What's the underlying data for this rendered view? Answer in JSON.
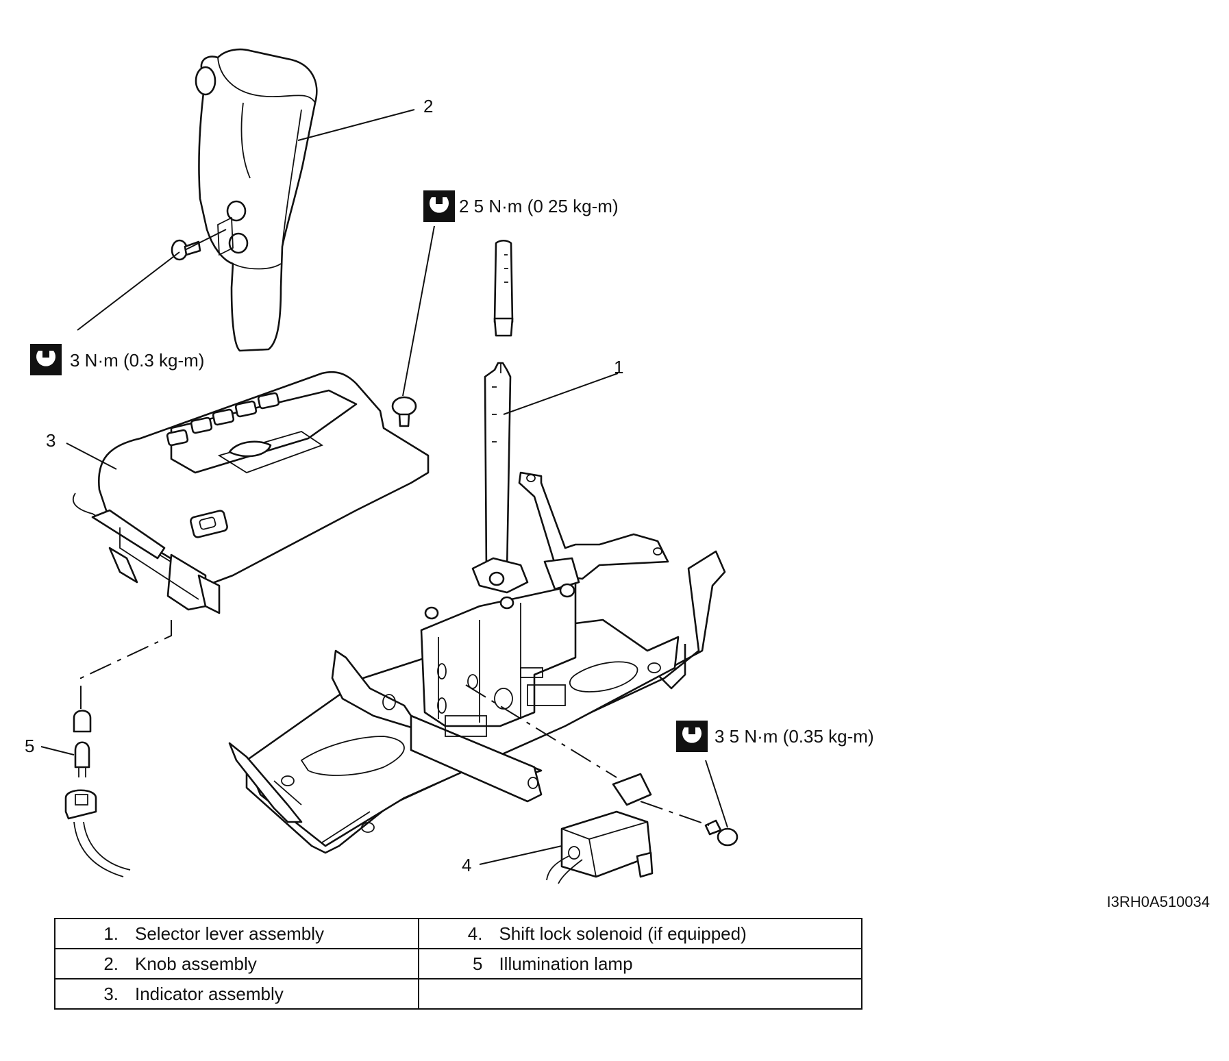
{
  "callouts": {
    "c1": "1",
    "c2": "2",
    "c3": "3",
    "c4": "4",
    "c5": "5"
  },
  "torque": {
    "knob_screw": "3 N·m (0.3 kg-m)",
    "indicator_screw": "2 5 N·m (0 25 kg-m)",
    "solenoid_bolt": "3 5 N·m (0.35 kg-m)"
  },
  "torque_icon": "wrench-icon",
  "image_code": "I3RH0A510034",
  "legend": {
    "rows": [
      {
        "left": {
          "num": "1.",
          "label": "Selector lever assembly"
        },
        "right": {
          "num": "4.",
          "label": "Shift lock solenoid (if equipped)"
        }
      },
      {
        "left": {
          "num": "2.",
          "label": "Knob assembly"
        },
        "right": {
          "num": "5",
          "label": "Illumination lamp"
        }
      },
      {
        "left": {
          "num": "3.",
          "label": "Indicator assembly"
        },
        "right": {
          "num": "",
          "label": ""
        }
      }
    ]
  }
}
